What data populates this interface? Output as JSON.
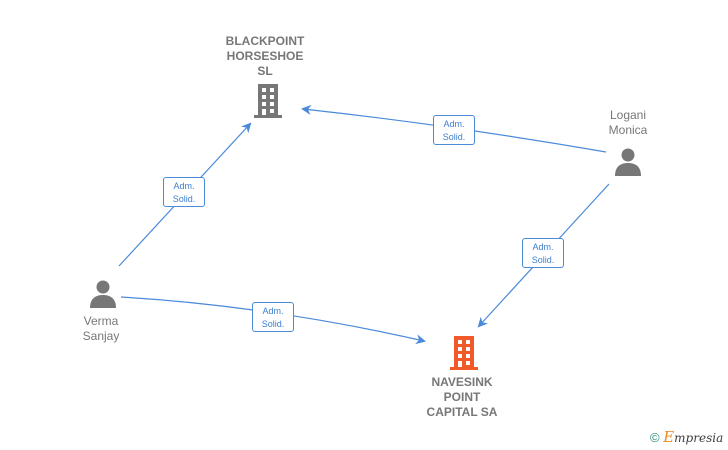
{
  "nodes": {
    "blackpoint": {
      "label_lines": [
        "BLACKPOINT",
        "HORSESHOE",
        "SL"
      ],
      "type": "company",
      "icon": "building-icon",
      "color": "#777777"
    },
    "navesink": {
      "label_lines": [
        "NAVESINK",
        "POINT",
        "CAPITAL SA"
      ],
      "type": "company",
      "icon": "building-icon",
      "color": "#f05a28"
    },
    "logani": {
      "label_lines": [
        "Logani",
        "Monica"
      ],
      "type": "person",
      "icon": "person-icon"
    },
    "verma": {
      "label_lines": [
        "Verma",
        "Sanjay"
      ],
      "type": "person",
      "icon": "person-icon"
    }
  },
  "edges": [
    {
      "from": "verma",
      "to": "blackpoint",
      "label_lines": [
        "Adm.",
        "Solid."
      ]
    },
    {
      "from": "logani",
      "to": "blackpoint",
      "label_lines": [
        "Adm.",
        "Solid."
      ]
    },
    {
      "from": "logani",
      "to": "navesink",
      "label_lines": [
        "Adm.",
        "Solid."
      ]
    },
    {
      "from": "verma",
      "to": "navesink",
      "label_lines": [
        "Adm.",
        "Solid."
      ]
    }
  ],
  "colors": {
    "edge": "#4a8ad8",
    "node_text": "#777777",
    "highlight": "#f05a28"
  },
  "footer": {
    "copyright_symbol": "©",
    "brand_first": "E",
    "brand_rest": "mpresia"
  }
}
